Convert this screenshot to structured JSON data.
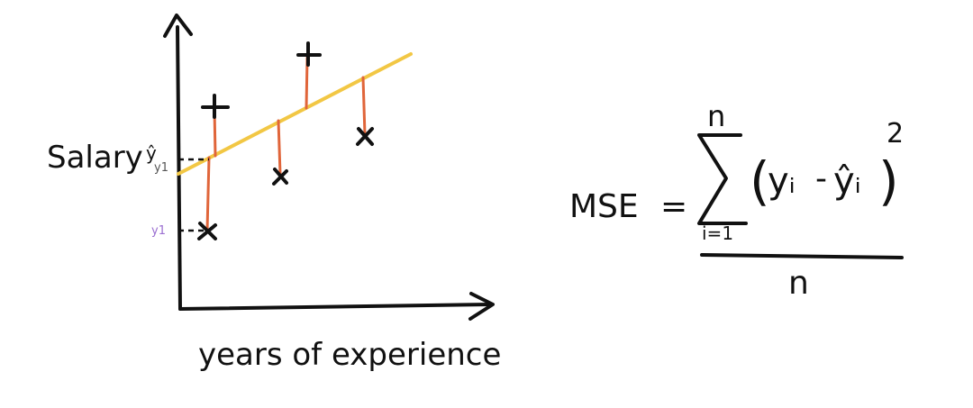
{
  "diagram": {
    "y_axis_label": "Salary",
    "x_axis_label": "years of experience",
    "y_hat_marker": "ŷ",
    "y_hat_tick_label": "y1",
    "y_tick_label": "y1"
  },
  "formula": {
    "lhs": "MSE",
    "equals": "=",
    "sum_upper": "n",
    "sum_lower": "i=1",
    "open_paren": "(",
    "y_i": "yᵢ",
    "minus": "-",
    "y_hat_i": "ŷᵢ",
    "close_paren": ")",
    "exponent": "2",
    "denominator": "n"
  },
  "colors": {
    "ink": "#111111",
    "regression_line": "#f2c744",
    "residual": "#e0653a",
    "tick_purple": "#9b6fd1"
  }
}
